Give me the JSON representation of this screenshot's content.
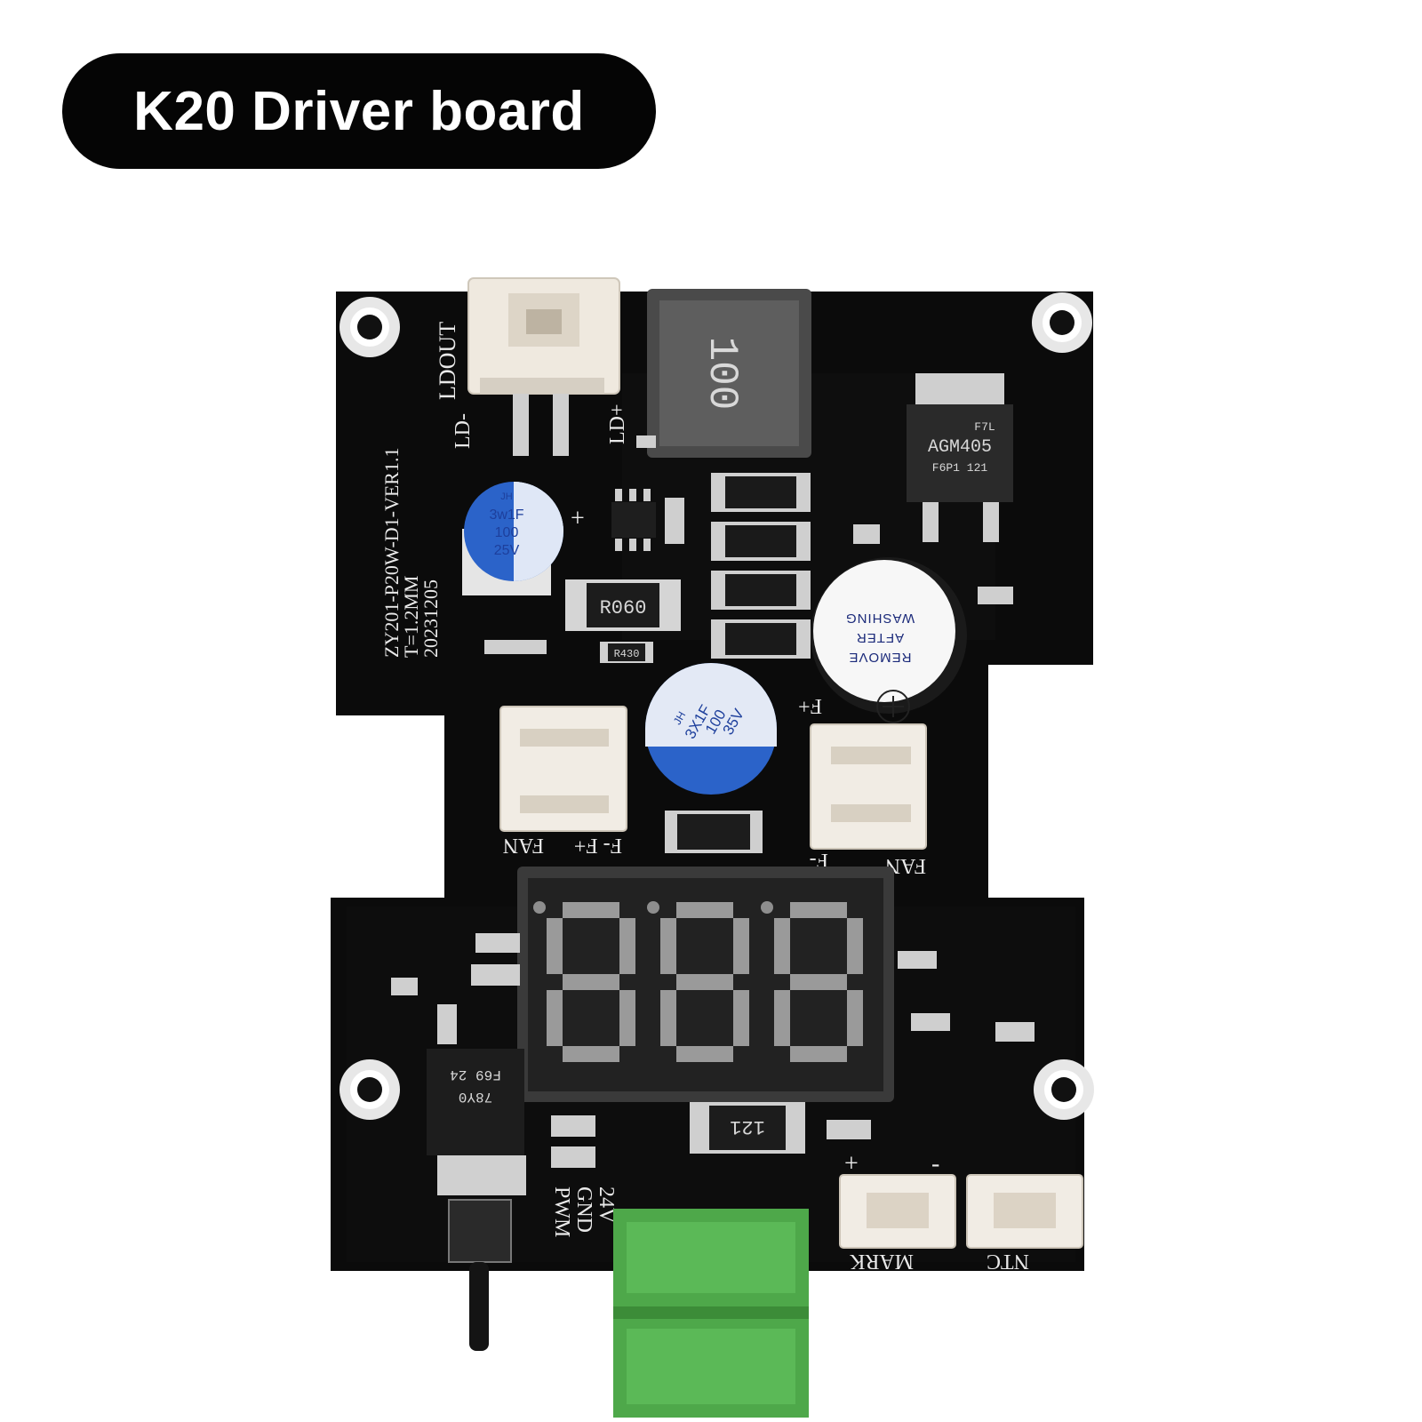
{
  "title": "K20 Driver board",
  "colors": {
    "pcb": "#0b0b0b",
    "silkscreen": "#e9e9e9",
    "terminal": "#4ea84a",
    "connector": "#f1ece4",
    "capacitor": "#2b63c9"
  },
  "silkscreen": {
    "ldout": "LDOUT",
    "ld_minus": "LD-",
    "ld_plus": "LD+",
    "version_line1": "ZY201-P20W-D1-VER1.1",
    "version_line2": "T=1.2MM",
    "version_line3": "20231205",
    "fan_left": "FAN",
    "fan_left_polarity": "F-  F+",
    "fan_right": "FAN",
    "fan_right_polarity": "F+",
    "fan_right_minus": "F-",
    "pwm": "PWM",
    "gnd": "GND",
    "v24": "24V",
    "mark": "MARK",
    "ntc": "NTC",
    "plus": "+",
    "minus": "-"
  },
  "components": {
    "inductor": "100",
    "mosfet_line1": "AGM405",
    "mosfet_line2": "F7L",
    "mosfet_line3": "F6P1 121",
    "shunt": "R060",
    "resistor": "R430",
    "cap_small": {
      "brand": "JH",
      "line1": "3w1F",
      "line2": "100",
      "line3": "25V"
    },
    "cap_large": {
      "brand": "JH",
      "line1": "3X1F",
      "line2": "100",
      "line3": "35V"
    },
    "regulator_line1": "78Y0",
    "regulator_line2": "F69 24",
    "diode_bottom": "121",
    "display_digits": "888"
  },
  "buzzer": {
    "line1": "REMOVE",
    "line2": "AFTER",
    "line3": "WASHING"
  }
}
